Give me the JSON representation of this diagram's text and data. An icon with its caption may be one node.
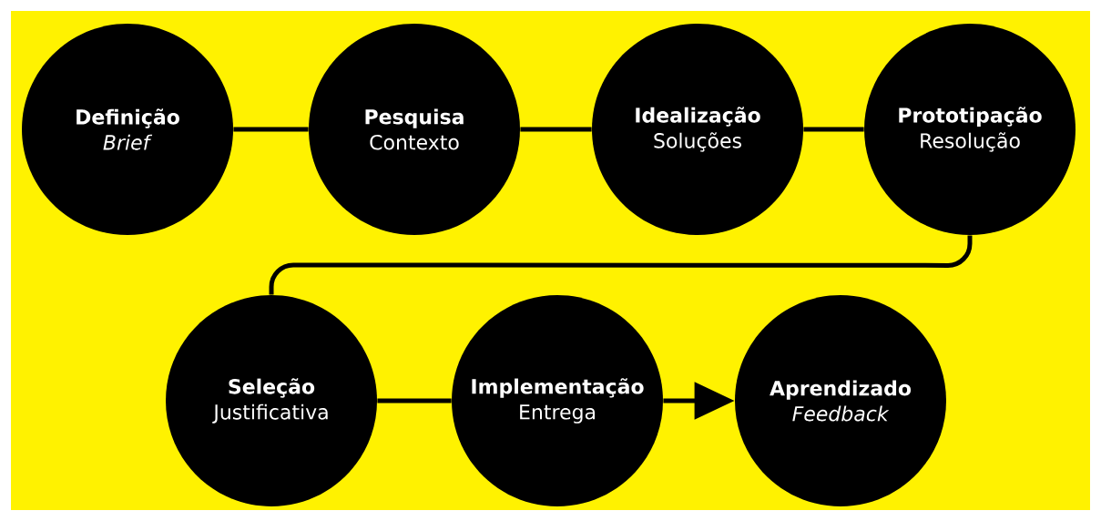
{
  "diagram": {
    "nodes": [
      {
        "text": [
          "Definição",
          "*Brief*"
        ]
      },
      {
        "text": [
          "Pesquisa",
          "Contexto"
        ]
      },
      {
        "text": [
          "Idealização",
          "Soluções"
        ]
      },
      {
        "text": [
          "Prototipação",
          "Resolução"
        ]
      },
      {
        "text": [
          "Seleção",
          "Justificativa"
        ]
      },
      {
        "text": [
          "Implementação",
          "Entrega"
        ]
      },
      {
        "text": [
          "Aprendizado",
          "*Feedback*"
        ]
      }
    ],
    "edges": [
      {
        "from": 0,
        "to": 1,
        "arrow": "none"
      },
      {
        "from": 1,
        "to": 2,
        "arrow": "none"
      },
      {
        "from": 2,
        "to": 3,
        "arrow": "none"
      },
      {
        "from": 3,
        "to": 4,
        "arrow": "none"
      },
      {
        "from": 4,
        "to": 5,
        "arrow": "none"
      },
      {
        "from": 5,
        "to": 6,
        "arrow": "to"
      }
    ]
  }
}
